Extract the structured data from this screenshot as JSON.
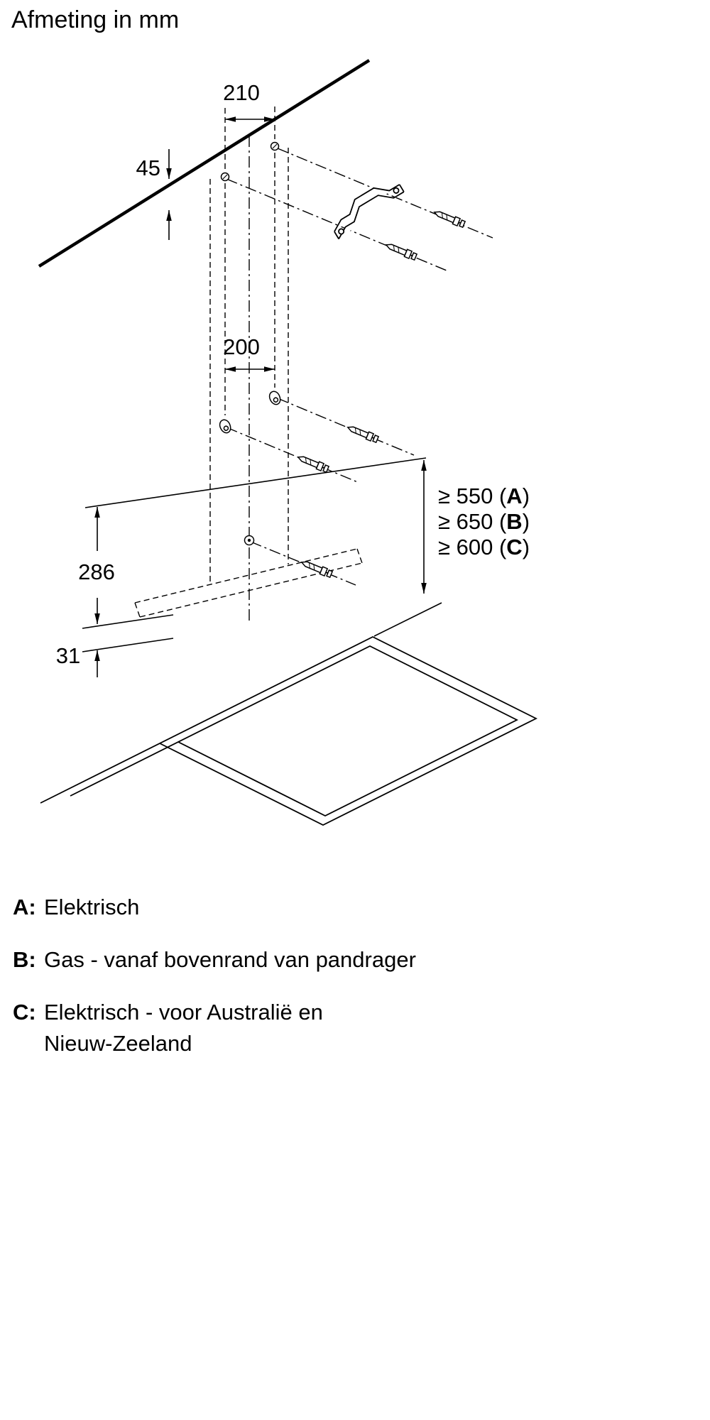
{
  "title": "Afmeting in mm",
  "colors": {
    "ink": "#000000",
    "background": "#ffffff"
  },
  "dimensions": {
    "top_hole_spacing": "210",
    "top_offset": "45",
    "bracket_hole_spacing": "200",
    "body_height": "286",
    "bottom_edge_offset": "31"
  },
  "clearances": [
    {
      "prefix": "≥ 550 (",
      "letter": "A",
      "suffix": ")"
    },
    {
      "prefix": "≥ 650 (",
      "letter": "B",
      "suffix": ")"
    },
    {
      "prefix": "≥ 600 (",
      "letter": "C",
      "suffix": ")"
    }
  ],
  "legend": [
    {
      "key": "A:",
      "line1": "Elektrisch",
      "line2": ""
    },
    {
      "key": "B:",
      "line1": "Gas - vanaf bovenrand van pandrager",
      "line2": ""
    },
    {
      "key": "C:",
      "line1": "Elektrisch - voor Australië en",
      "line2": "Nieuw-Zeeland"
    }
  ]
}
